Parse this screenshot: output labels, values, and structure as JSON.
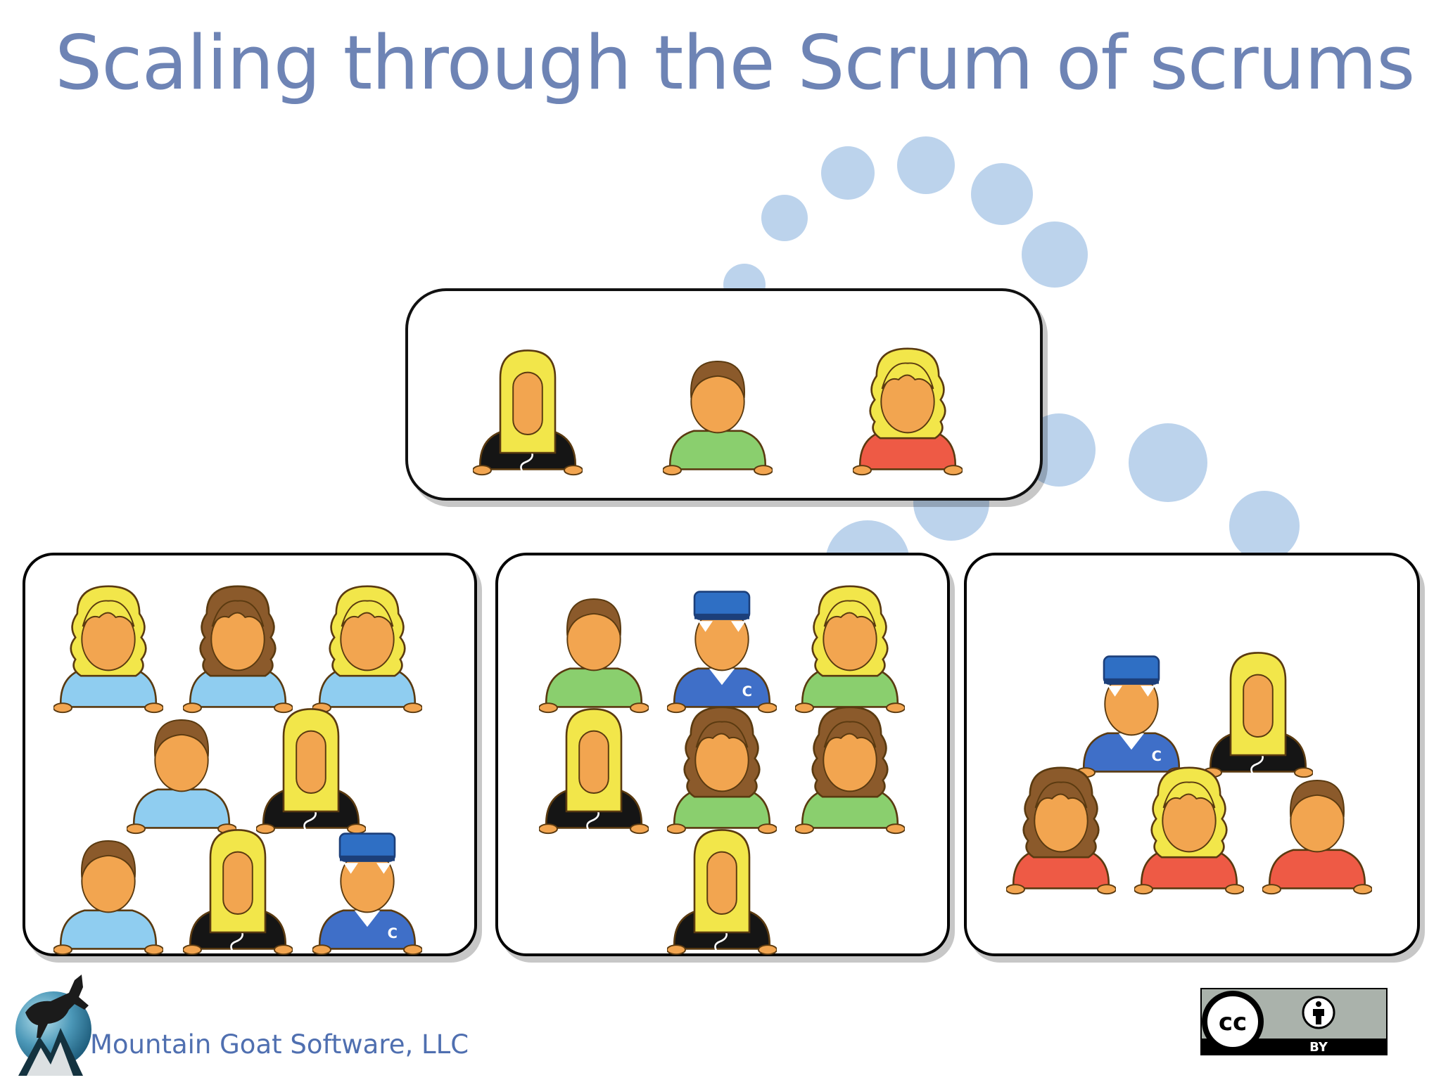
{
  "slide": {
    "title": "Scaling through the Scrum of scrums",
    "title_color": "#6e84b5",
    "background": "#ffffff",
    "decor_dot_color": "#bcd3ec"
  },
  "teams": [
    {
      "id": "scrum-of-scrums",
      "border_color": "#111111",
      "members": [
        {
          "hair": "long-straight-blonde",
          "shirt": "black-t"
        },
        {
          "hair": "short-brown",
          "shirt": "green"
        },
        {
          "hair": "curly-blonde",
          "shirt": "red"
        }
      ]
    },
    {
      "id": "team-blue",
      "border_color": "#1a3f8a",
      "members": [
        {
          "hair": "curly-blonde",
          "shirt": "light-blue"
        },
        {
          "hair": "curly-brown",
          "shirt": "light-blue"
        },
        {
          "hair": "curly-blonde",
          "shirt": "light-blue"
        },
        {
          "hair": "short-brown",
          "shirt": "light-blue"
        },
        {
          "hair": "long-straight-blonde",
          "shirt": "black-t"
        },
        {
          "hair": "short-brown",
          "shirt": "light-blue"
        },
        {
          "hair": "long-straight-blonde",
          "shirt": "black-t"
        },
        {
          "hair": "cap",
          "shirt": "blue-c"
        }
      ]
    },
    {
      "id": "team-green",
      "border_color": "#1f5b2a",
      "members": [
        {
          "hair": "short-brown",
          "shirt": "green"
        },
        {
          "hair": "cap",
          "shirt": "blue-c"
        },
        {
          "hair": "curly-blonde",
          "shirt": "green"
        },
        {
          "hair": "long-straight-blonde",
          "shirt": "black-t"
        },
        {
          "hair": "curly-brown",
          "shirt": "green"
        },
        {
          "hair": "curly-brown",
          "shirt": "green"
        },
        {
          "hair": "long-straight-blonde",
          "shirt": "black-t"
        }
      ]
    },
    {
      "id": "team-red",
      "border_color": "#e5493b",
      "members": [
        {
          "hair": "cap",
          "shirt": "blue-c"
        },
        {
          "hair": "long-straight-blonde",
          "shirt": "black-t"
        },
        {
          "hair": "curly-brown",
          "shirt": "red"
        },
        {
          "hair": "curly-blonde",
          "shirt": "red"
        },
        {
          "hair": "short-brown",
          "shirt": "red"
        }
      ]
    }
  ],
  "footer": {
    "company": "Mountain Goat Software, LLC",
    "company_color": "#4f6fb0",
    "license_badge": {
      "left": "cc",
      "right": "BY",
      "icons": [
        "cc-icon",
        "attribution-icon"
      ]
    }
  }
}
